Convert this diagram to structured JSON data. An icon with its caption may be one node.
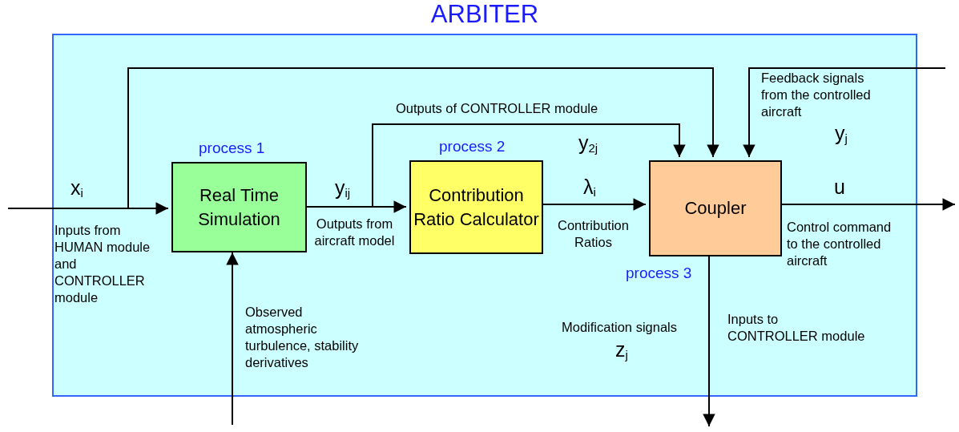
{
  "diagram": {
    "nodes": [
      {
        "text": [
          "ARBITER"
        ]
      },
      {
        "text": [
          "Real Time Simulation"
        ],
        "beside": [
          "process 1"
        ],
        "in": 0
      },
      {
        "text": [
          "Contribution Ratio Calculator"
        ],
        "beside": [
          "process 2"
        ],
        "in": 0
      },
      {
        "text": [
          "Coupler"
        ],
        "beside": [
          "process 3"
        ],
        "in": 0
      }
    ],
    "edges": [
      {
        "from": null,
        "to": 1,
        "arrow": "to",
        "label": "Inputs from HUMAN module and CONTROLLER module"
      },
      {
        "from": null,
        "to": 3,
        "arrow": "to"
      },
      {
        "from": 1,
        "to": 2,
        "arrow": "to",
        "label": "Outputs from aircraft model"
      },
      {
        "from": 1,
        "to": 3,
        "arrow": "to",
        "label": "Outputs of CONTROLLER module"
      },
      {
        "from": 2,
        "to": 3,
        "arrow": "to",
        "label": "Contribution Ratios"
      },
      {
        "from": null,
        "to": 3,
        "arrow": "to",
        "label": "Feedback signals from the controlled aircraft"
      },
      {
        "from": 3,
        "to": null,
        "arrow": "to",
        "label": "Control command to the controlled aircraft"
      },
      {
        "from": null,
        "to": 1,
        "arrow": "to",
        "label": "Observed atmospheric turbulence, stability derivatives"
      },
      {
        "from": 3,
        "to": null,
        "arrow": "to",
        "label": "Inputs to CONTROLLER module"
      }
    ],
    "labels": [
      "x$_{i}$",
      "y$_{ij}$",
      "y$_{2j}$",
      "λ$_{i}$",
      "y$_{j}$",
      "u",
      "Modification signals",
      "z$_{j}$"
    ]
  }
}
